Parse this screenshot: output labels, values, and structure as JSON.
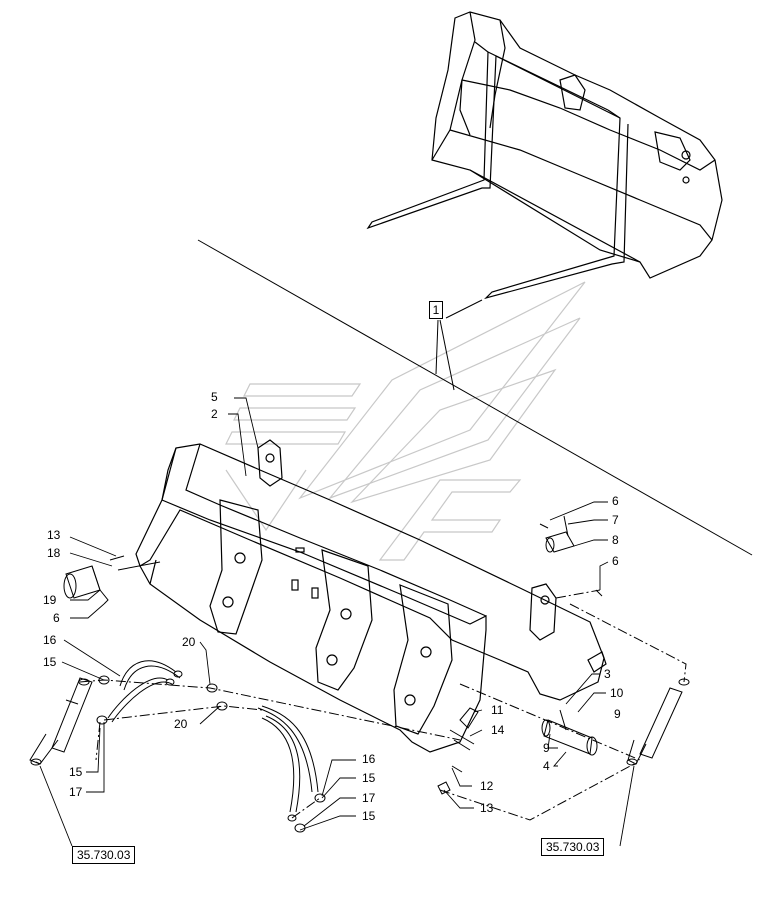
{
  "diagram": {
    "main_callout": "1",
    "reference_left": "35.730.03",
    "reference_right": "35.730.03",
    "callouts": {
      "c5": "5",
      "c2": "2",
      "c13a": "13",
      "c18": "18",
      "c19": "19",
      "c6a": "6",
      "c16a": "16",
      "c15a": "15",
      "c20a": "20",
      "c20b": "20",
      "c15b": "15",
      "c17a": "17",
      "c6b": "6",
      "c7": "7",
      "c8": "8",
      "c6c": "6",
      "c3": "3",
      "c10": "10",
      "c9a": "9",
      "c9b": "9",
      "c4": "4",
      "c11": "11",
      "c14": "14",
      "c12": "12",
      "c13b": "13",
      "c16b": "16",
      "c15c": "15",
      "c17b": "17",
      "c15d": "15"
    },
    "colors": {
      "line": "#000000",
      "watermark": "#c8c8c8",
      "background": "#ffffff"
    }
  }
}
